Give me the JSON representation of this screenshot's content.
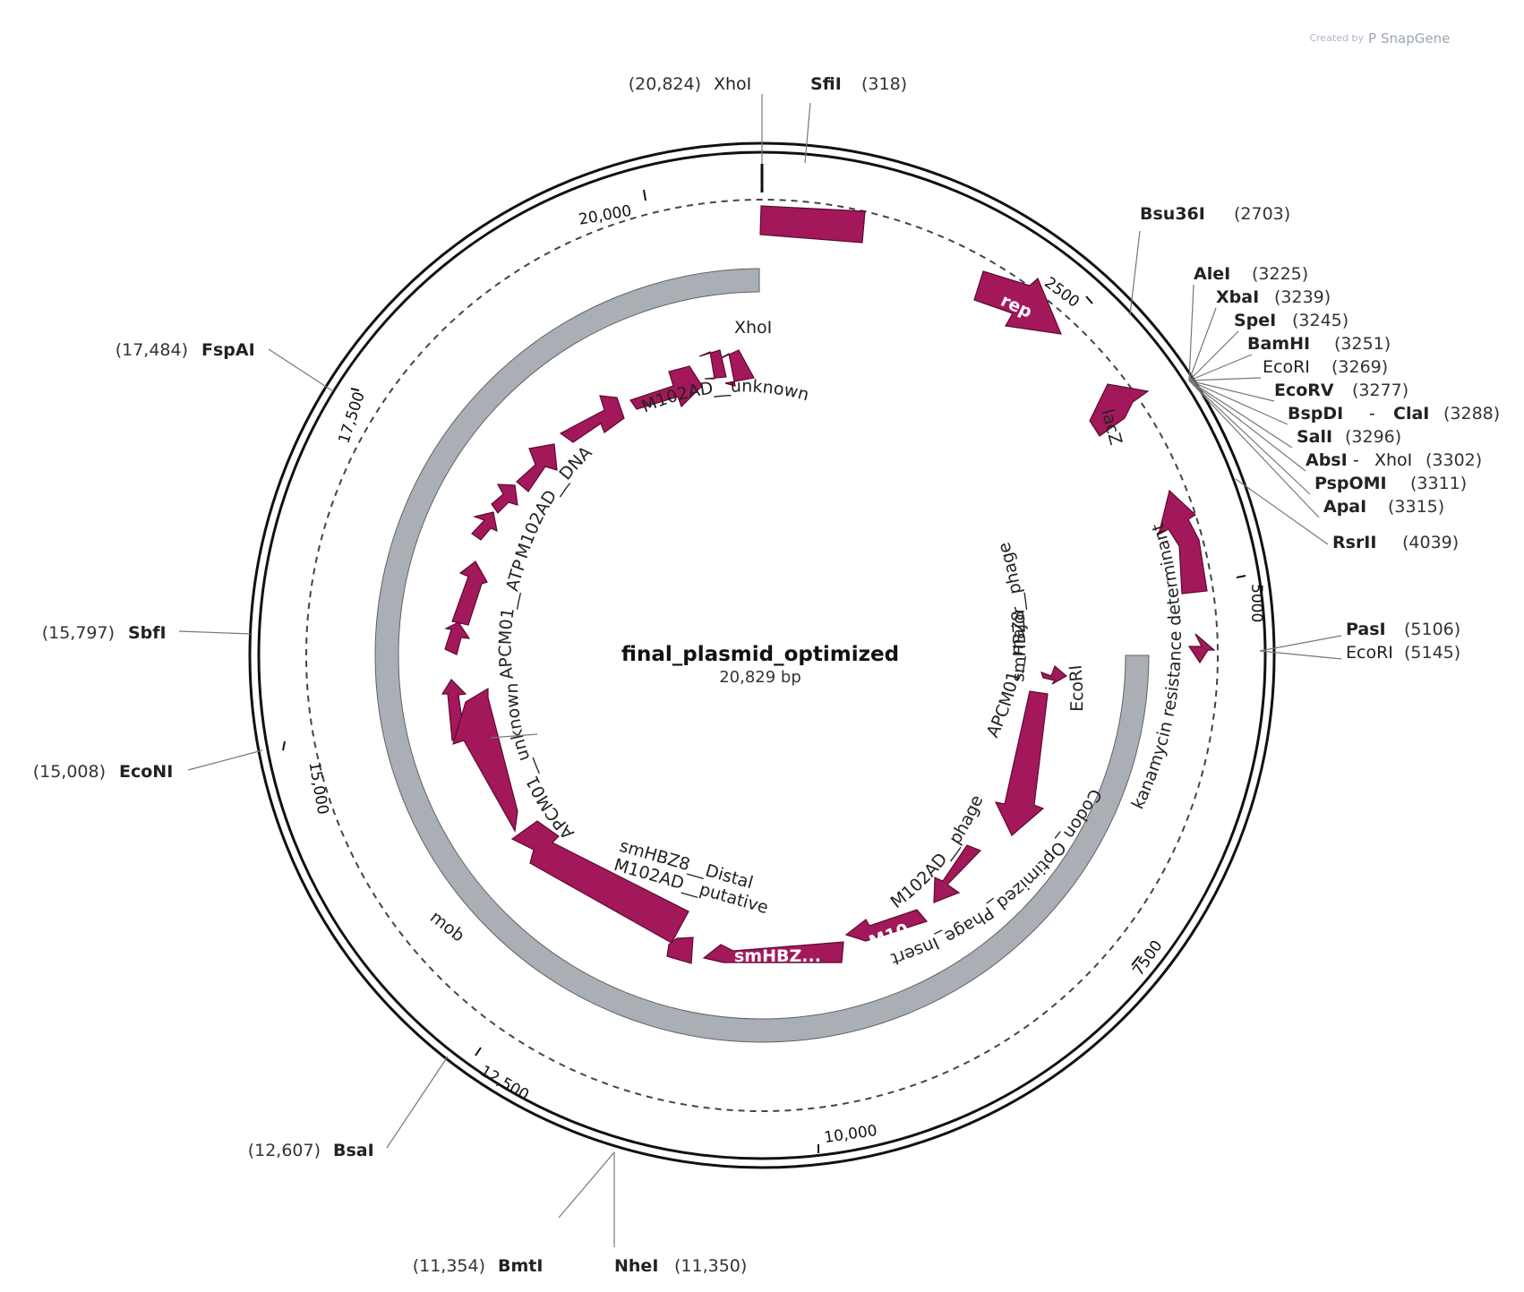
{
  "credit": {
    "prefix": "Created by",
    "brand": "SnapGene"
  },
  "plasmid": {
    "name": "final_plasmid_optimized",
    "size": "20,829 bp"
  },
  "ticks": [
    "20,000",
    "2500",
    "17,500",
    "5000",
    "15,000",
    "7500",
    "12,500",
    "10,000"
  ],
  "sites": {
    "xhoI_top": {
      "pos": "(20,824)",
      "name": "XhoI"
    },
    "sfiI": {
      "name": "SfiI",
      "pos": "(318)"
    },
    "bsu36I": {
      "name": "Bsu36I",
      "pos": "(2703)"
    },
    "aleI": {
      "name": "AleI",
      "pos": "(3225)"
    },
    "xbaI": {
      "name": "XbaI",
      "pos": "(3239)"
    },
    "speI": {
      "name": "SpeI",
      "pos": "(3245)"
    },
    "bamHI": {
      "name": "BamHI",
      "pos": "(3251)"
    },
    "ecoRI_a": {
      "name": "EcoRI",
      "pos": "(3269)"
    },
    "ecoRV": {
      "name": "EcoRV",
      "pos": "(3277)"
    },
    "bspDI": {
      "name": "BspDI",
      "sep": " - ",
      "name2": "ClaI",
      "pos": "(3288)"
    },
    "salI": {
      "name": "SalI",
      "pos": "(3296)"
    },
    "absI": {
      "name": "AbsI",
      "sep": " - ",
      "name2": "XhoI",
      "pos": "(3302)"
    },
    "pspOMI": {
      "name": "PspOMI",
      "pos": "(3311)"
    },
    "apaI": {
      "name": "ApaI",
      "pos": "(3315)"
    },
    "rsrII": {
      "name": "RsrII",
      "pos": "(4039)"
    },
    "pasI": {
      "name": "PasI",
      "pos": "(5106)"
    },
    "ecoRI_b": {
      "name": "EcoRI",
      "pos": "(5145)"
    },
    "nheI": {
      "name": "NheI",
      "pos": "(11,350)"
    },
    "bmtI": {
      "pos": "(11,354)",
      "name": "BmtI"
    },
    "bsaI": {
      "pos": "(12,607)",
      "name": "BsaI"
    },
    "ecoNI": {
      "pos": "(15,008)",
      "name": "EcoNI"
    },
    "sbfI": {
      "pos": "(15,797)",
      "name": "SbfI"
    },
    "fspAI": {
      "pos": "(17,484)",
      "name": "FspAI"
    }
  },
  "features": {
    "rep": "rep",
    "lacZ": "lacZ",
    "kan": "kanamycin resistance determinant",
    "mob": "mob",
    "insert": "Codon_Optimized_Phage_Insert",
    "xhoI_inner": "XhoI",
    "ecoRI_inner": "EcoRI",
    "m102_unknown": "M102AD__unknown",
    "m102_dna": "M102AD__DNA",
    "apcm01_atp": "APCM01__ATP",
    "apcm01_unknown": "APCM01__unknown",
    "smhbz8_phage": "smHBZ8__phage",
    "apcm01_major": "APCM01__major",
    "m102_phage": "M102AD__phage",
    "m10": "M10...",
    "smhbz": "smHBZ...",
    "smhbz8_distal": "smHBZ8__Distal",
    "m102_putative": "M102AD__putative"
  },
  "colors": {
    "feature": "#a3185b",
    "insert": "#a9afb5",
    "backbone": "#111111"
  }
}
